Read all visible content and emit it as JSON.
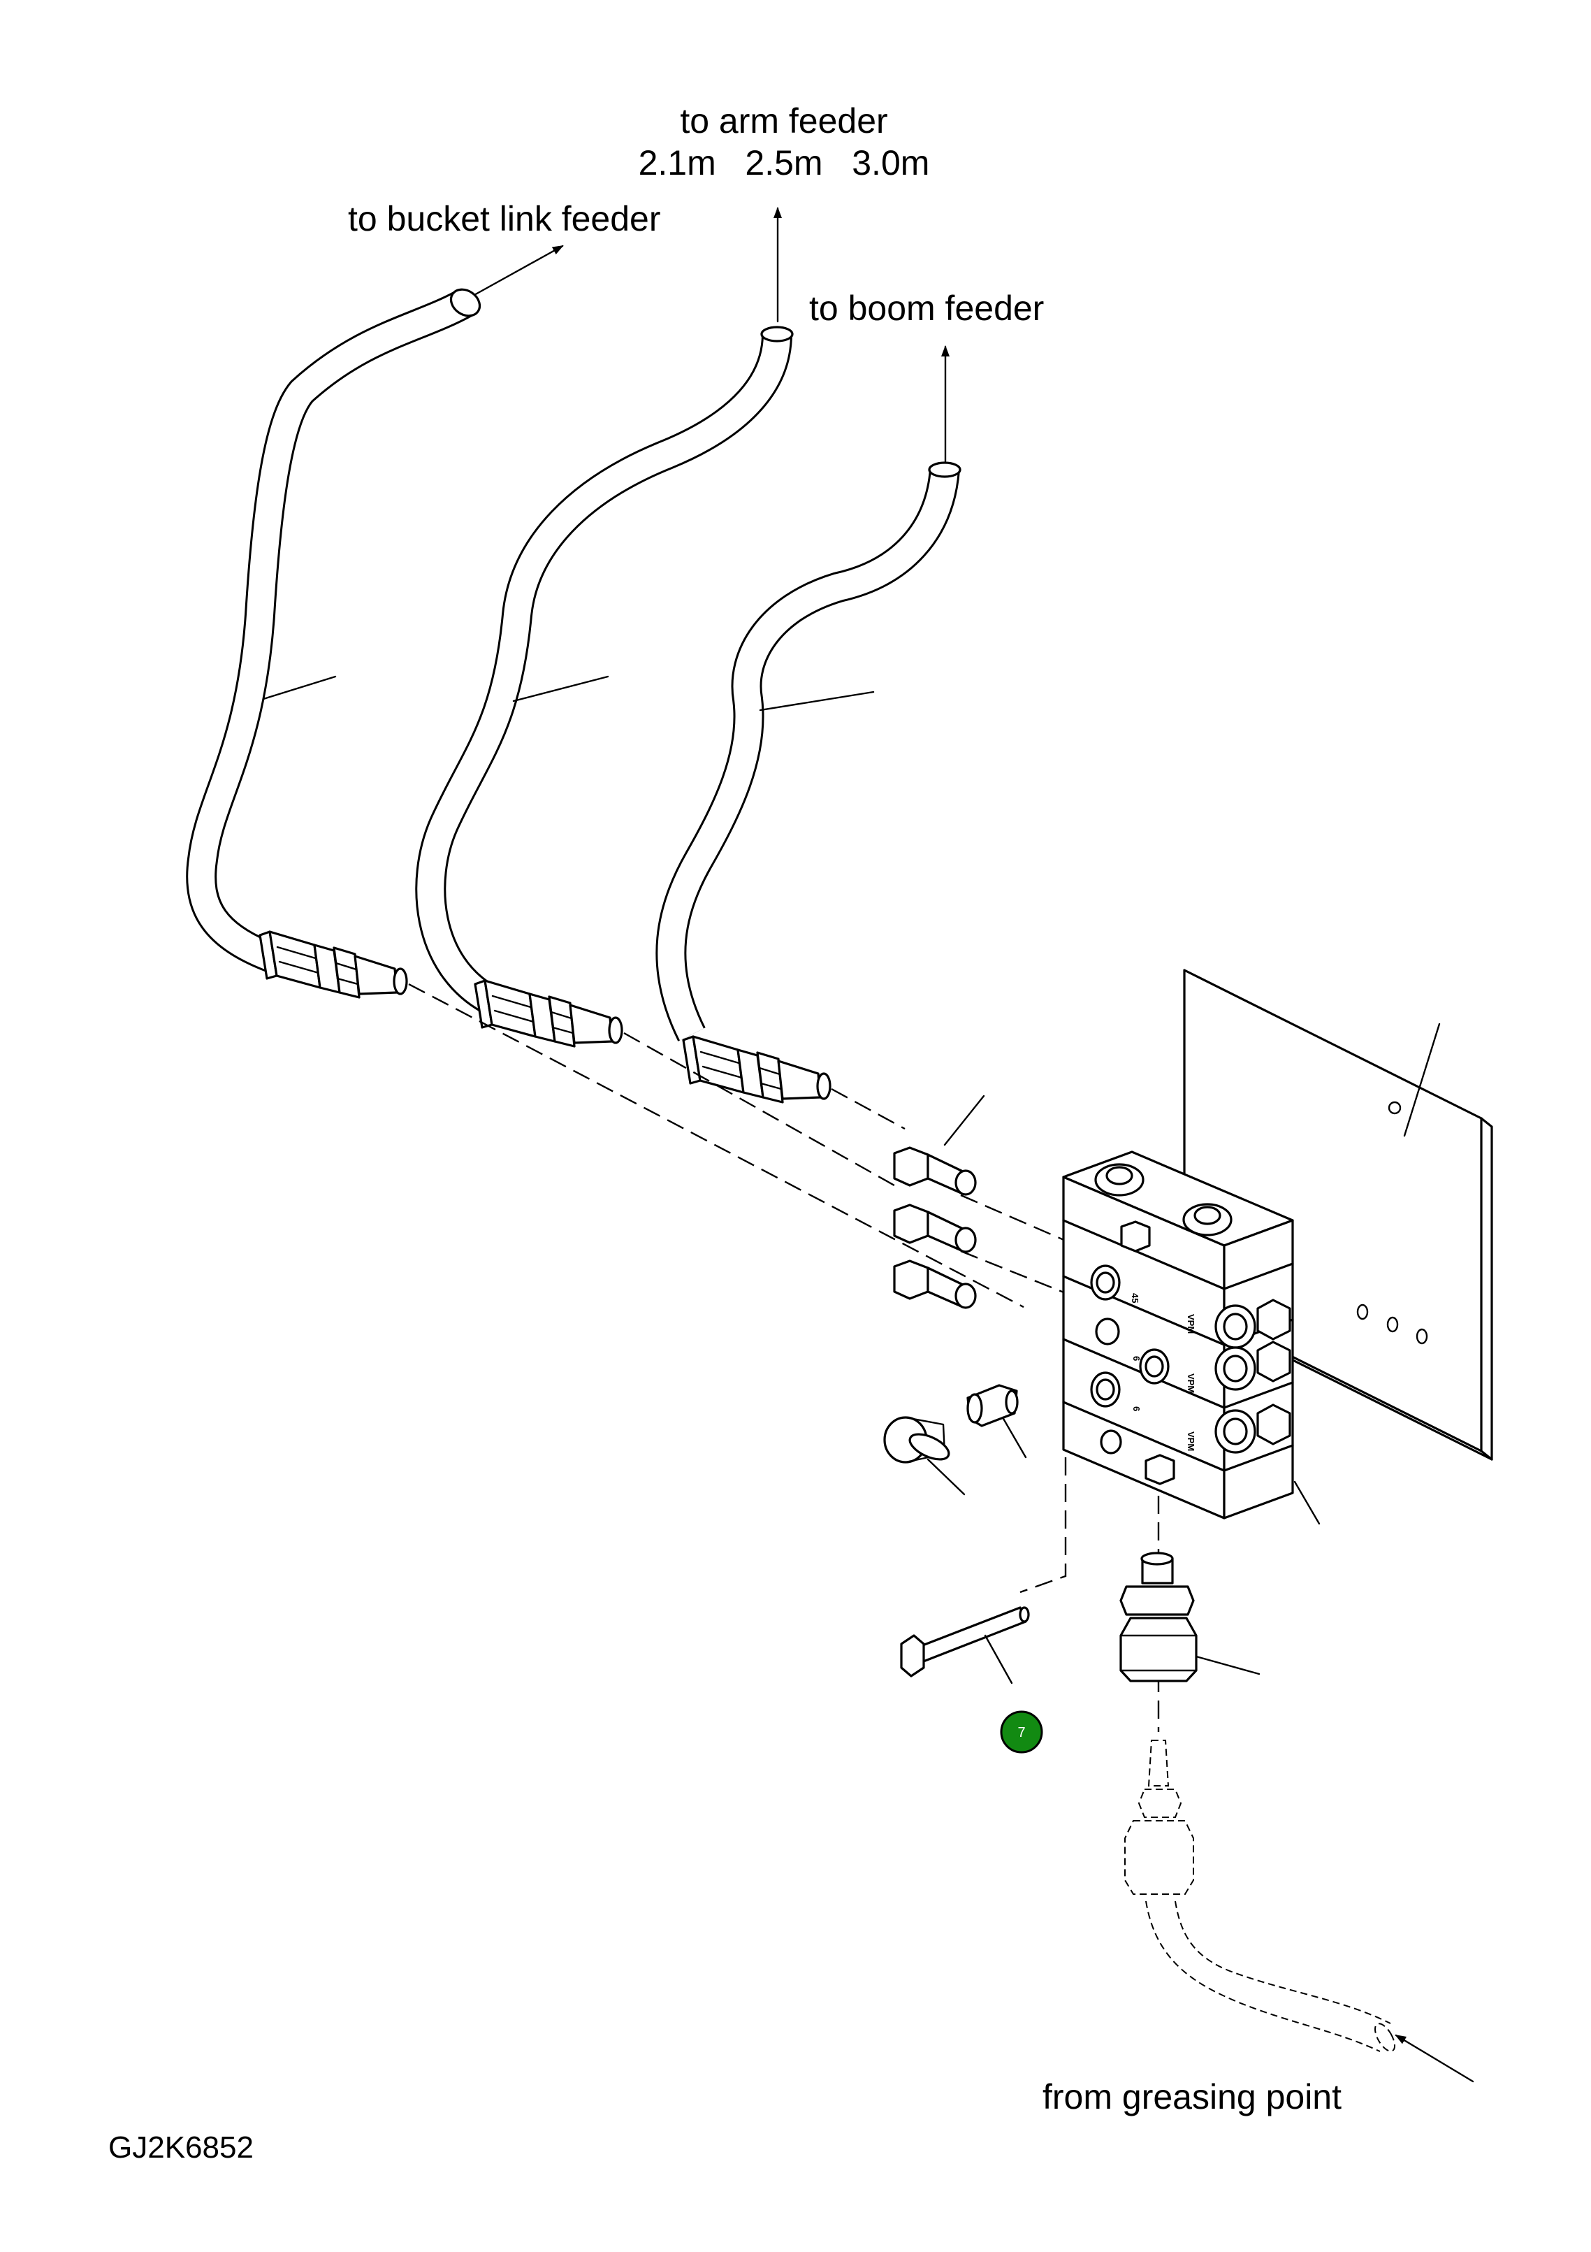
{
  "labels": {
    "arm_feeder": "to arm feeder",
    "arm_lengths": "2.1m   2.5m   3.0m",
    "bucket_link_feeder": "to bucket link feeder",
    "boom_feeder": "to boom feeder",
    "greasing_point": "from greasing point",
    "drawing_code": "GJ2K6852"
  },
  "callouts": [
    {
      "number": "7",
      "color": "#128a12"
    }
  ],
  "block_stamps": [
    "VPM",
    "VPM",
    "VPM",
    "45",
    "6",
    "6"
  ]
}
